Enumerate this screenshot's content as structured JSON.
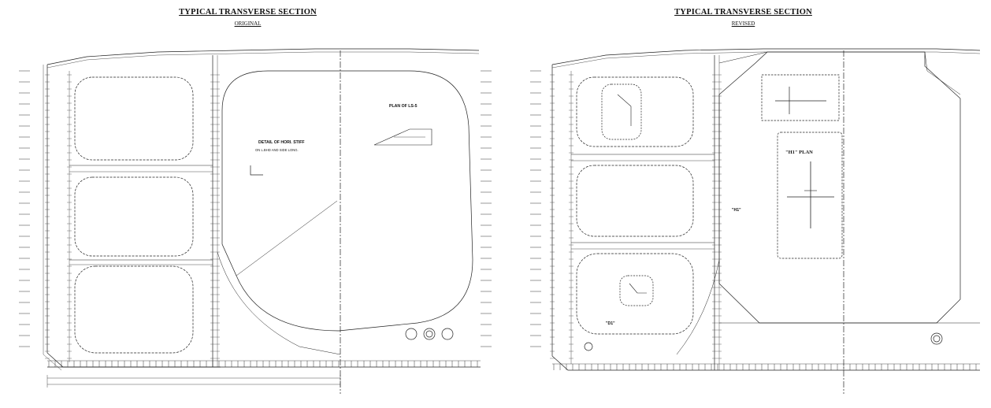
{
  "original": {
    "title": "TYPICAL TRANSVERSE SECTION",
    "subtitle": "ORIGINAL",
    "labels": {
      "detail_title": "DETAIL OF HORI. STIFF",
      "detail_sub": "ON L.BHD AND SIDE LONG.",
      "plan_title": "PLAN OF LS-5"
    }
  },
  "revised": {
    "title": "TYPICAL TRANSVERSE SECTION",
    "subtitle": "REVISED",
    "labels": {
      "h1_plan": "\"H1\" PLAN",
      "h1_mark": "\"H1\"",
      "d1_mark": "\"D1\""
    }
  }
}
